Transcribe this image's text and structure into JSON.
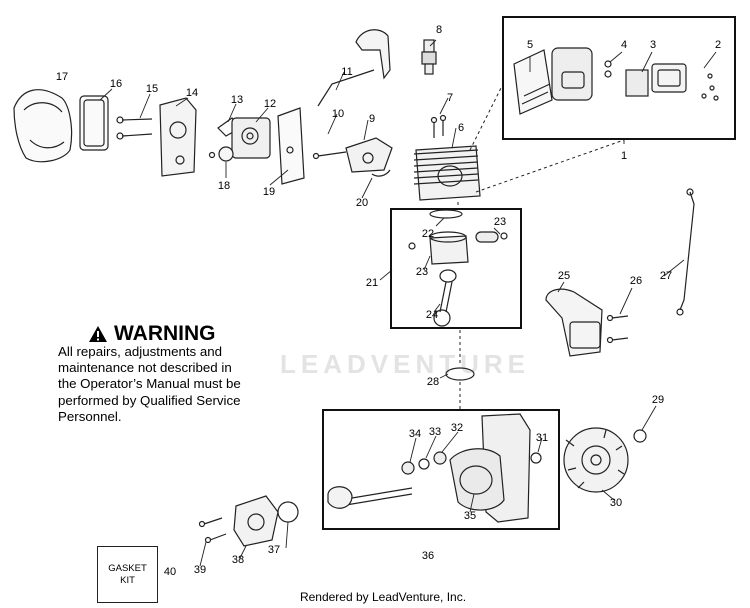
{
  "warning": {
    "title": "WARNING",
    "lines": [
      "All repairs, adjustments and",
      "maintenance not described in",
      "the Operator’s Manual must be",
      "performed by Qualified Service",
      "Personnel."
    ]
  },
  "gasket_kit": {
    "line1": "GASKET",
    "line2": "KIT"
  },
  "footer": "Rendered by LeadVenture, Inc.",
  "watermark": "LEADVENTURE",
  "callouts": [
    "1",
    "2",
    "3",
    "4",
    "5",
    "6",
    "7",
    "8",
    "9",
    "10",
    "11",
    "12",
    "13",
    "14",
    "15",
    "16",
    "17",
    "18",
    "19",
    "20",
    "21",
    "22",
    "23",
    "23",
    "24",
    "25",
    "26",
    "27",
    "28",
    "29",
    "30",
    "31",
    "32",
    "33",
    "34",
    "35",
    "36",
    "37",
    "38",
    "39",
    "40"
  ]
}
